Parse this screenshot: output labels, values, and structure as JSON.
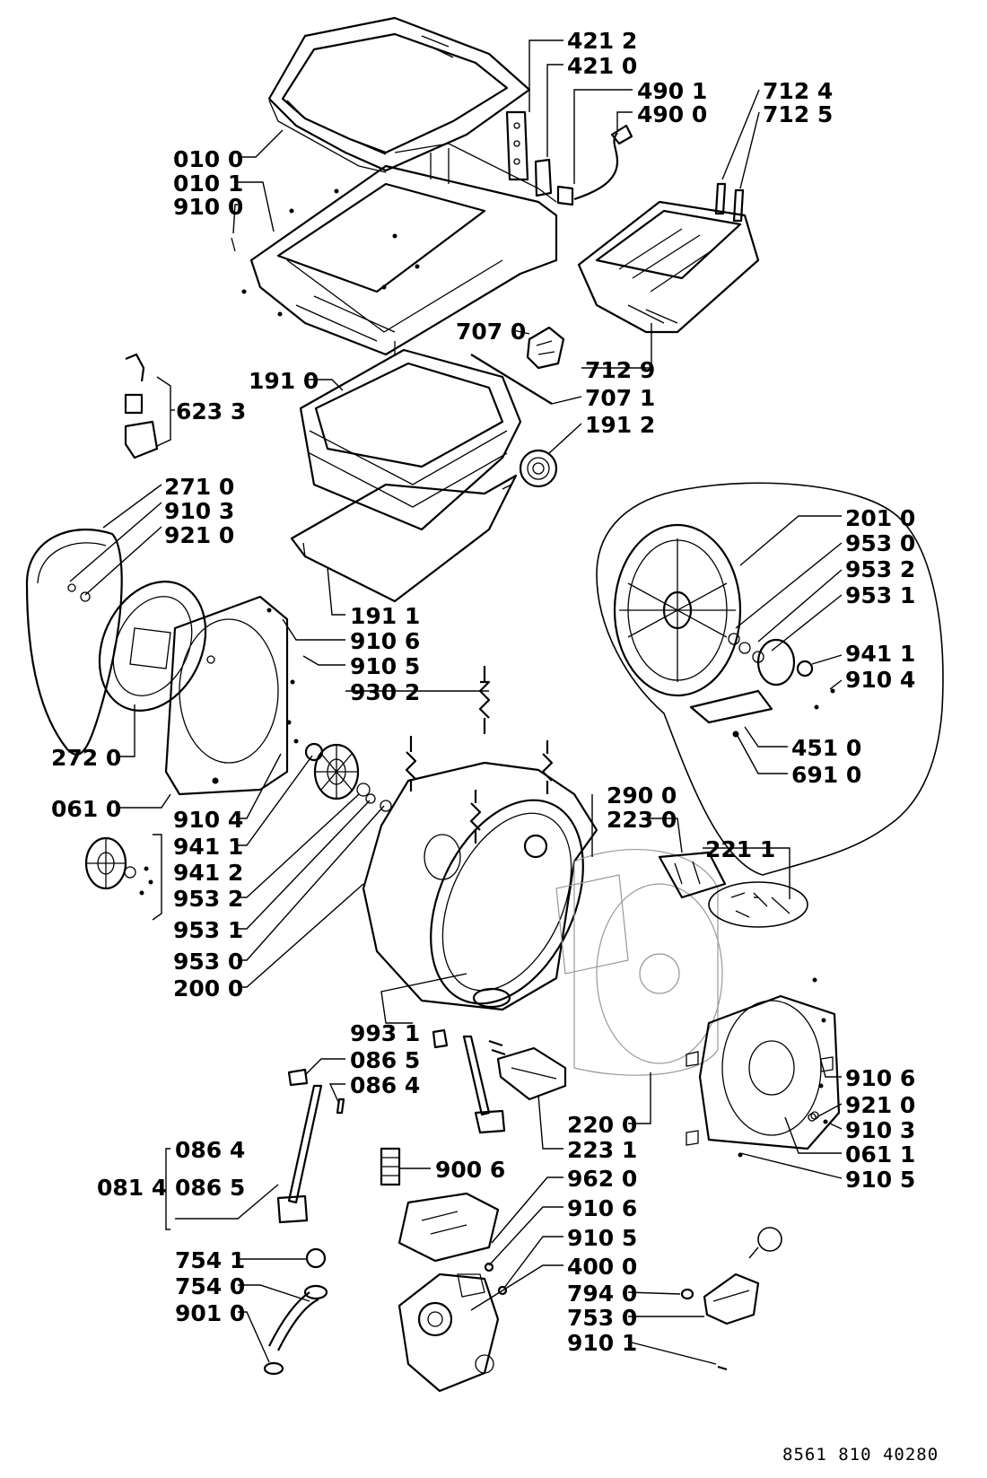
{
  "labels": {
    "l4212": "421 2",
    "l4210": "421 0",
    "l4901": "490 1",
    "l4900": "490 0",
    "l7124": "712 4",
    "l7125": "712 5",
    "l0100": "010 0",
    "l0101": "010 1",
    "l9100": "910 0",
    "l7070": "707 0",
    "l7129": "712 9",
    "l1910": "191 0",
    "l7071": "707 1",
    "l1912": "191 2",
    "l6233": "623 3",
    "l2710": "271 0",
    "l9103a": "910 3",
    "l9210a": "921 0",
    "l2010": "201 0",
    "l9530a": "953 0",
    "l9532a": "953 2",
    "l9531a": "953 1",
    "l9411a": "941 1",
    "l9104a": "910 4",
    "l1911": "191 1",
    "l9106a": "910 6",
    "l9105a": "910 5",
    "l9302": "930 2",
    "l2720": "272 0",
    "l4510": "451 0",
    "l6910": "691 0",
    "l0610": "061 0",
    "l9104b": "910 4",
    "l2900": "290 0",
    "l2230": "223 0",
    "l9411b": "941 1",
    "l2211": "221 1",
    "l9412": "941 2",
    "l9532b": "953 2",
    "l9531b": "953 1",
    "l9530b": "953 0",
    "l2000": "200 0",
    "l9931": "993 1",
    "l0865a": "086 5",
    "l0864a": "086 4",
    "l9106b": "910 6",
    "l9210b": "921 0",
    "l9103b": "910 3",
    "l2200": "220 0",
    "l0611": "061 1",
    "l2231": "223 1",
    "l0864b": "086 4",
    "l9006": "900 6",
    "l0814": "081 4",
    "l0865b": "086 5",
    "l9105b": "910 5",
    "l9620": "962 0",
    "l9106c": "910 6",
    "l7541": "754 1",
    "l9105c": "910 5",
    "l7540": "754 0",
    "l4000": "400 0",
    "l9010": "901 0",
    "l7940": "794 0",
    "l7530": "753 0",
    "l9101": "910 1"
  },
  "footer_code": "8561 810 40280"
}
